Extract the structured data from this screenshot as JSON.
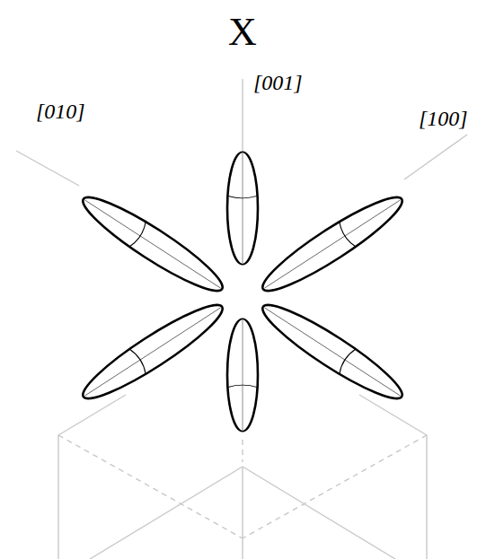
{
  "diagram": {
    "title": "X",
    "labels": [
      "[010]",
      "[001]",
      "[100]"
    ]
  }
}
